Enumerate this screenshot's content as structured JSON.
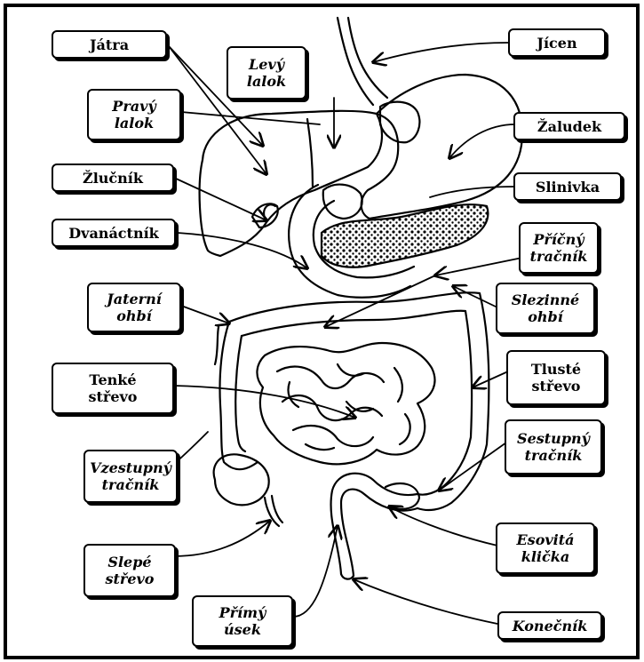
{
  "labels": {
    "jatra": "Játra",
    "levy_lalok": "Levý\nlalok",
    "jicen": "Jícen",
    "pravy_lalok": "Pravý\nlalok",
    "zaludek": "Žaludek",
    "zlucnik": "Žlučník",
    "slinivka": "Slinivka",
    "dvanactnik": "Dvanáctník",
    "pricny_tracnik": "Příčný\ntračník",
    "jaterni_ohbi": "Jaterní\nohbí",
    "slezinne_ohbi": "Slezinné\nohbí",
    "tenke_strevo": "Tenké\nstřevo",
    "tluste_strevo": "Tlusté\nstřevo",
    "sestupny_tracnik": "Sestupný\ntračník",
    "vzestupny_tracnik": "Vzestupný\ntračník",
    "esovita_klicka": "Esovitá\nklička",
    "slepe_strevo": "Slepé\nstřevo",
    "primy_usek": "Přímý\núsek",
    "konecnik": "Konečník"
  }
}
